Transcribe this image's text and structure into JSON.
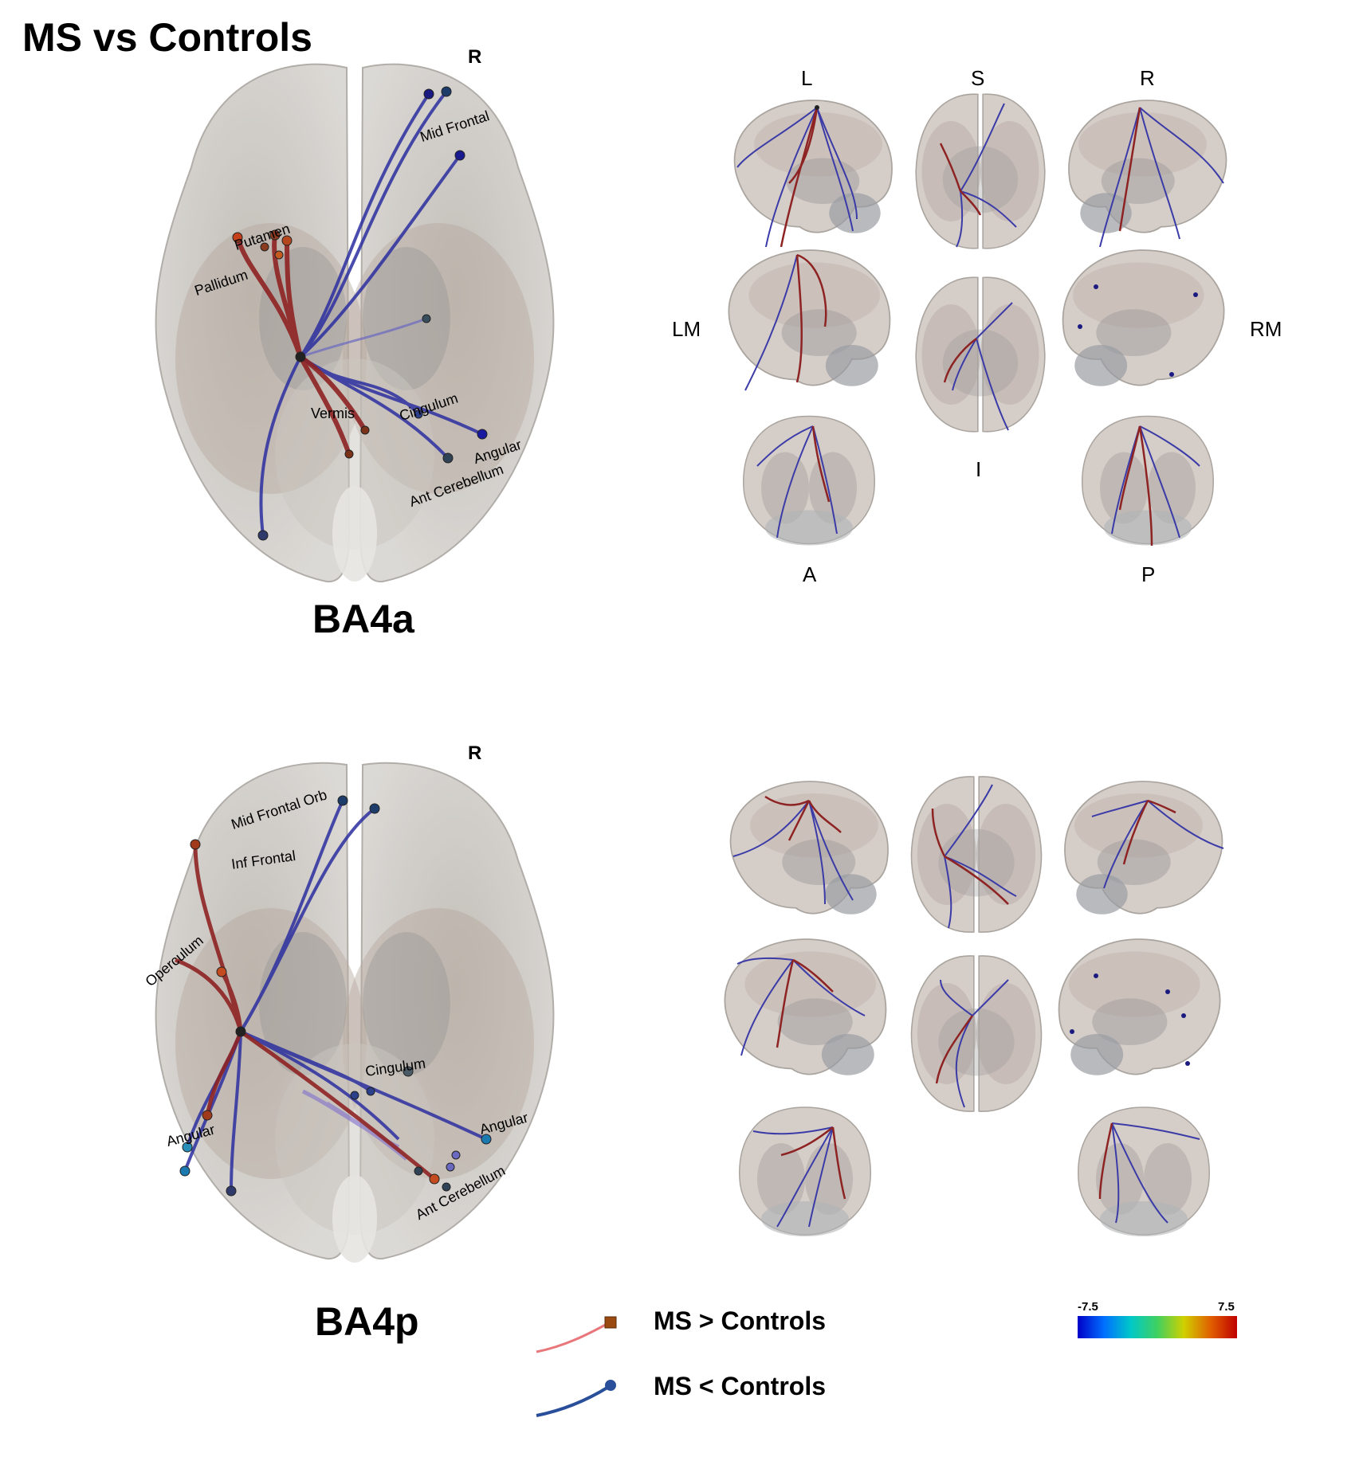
{
  "title": "MS vs Controls",
  "orientation_label": "R",
  "panels": [
    {
      "id": "ba4a",
      "label": "BA4a",
      "regions": [
        "Mid Frontal",
        "Putamen",
        "Pallidum",
        "Vermis",
        "Cingulum",
        "Angular",
        "Ant Cerebellum"
      ]
    },
    {
      "id": "ba4p",
      "label": "BA4p",
      "regions": [
        "Mid Frontal Orb",
        "Inf Frontal",
        "Operculum",
        "Cingulum",
        "Angular",
        "Angular",
        "Ant Cerebellum"
      ]
    }
  ],
  "view_labels": {
    "left": "L",
    "superior": "S",
    "right": "R",
    "left_medial": "LM",
    "right_medial": "RM",
    "inferior": "I",
    "anterior": "A",
    "posterior": "P"
  },
  "legend": {
    "increase": "MS > Controls",
    "decrease": "MS < Controls",
    "increase_color": "#c0392b",
    "decrease_color": "#1f3f9f"
  },
  "colorbar": {
    "min_label": "-7.5",
    "max_label": "7.5"
  }
}
